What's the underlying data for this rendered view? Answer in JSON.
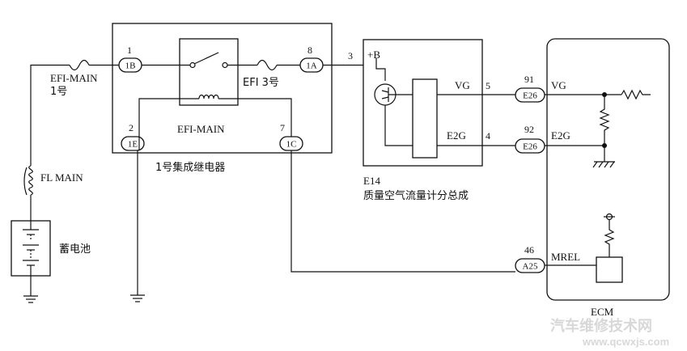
{
  "relay_block": {
    "caption": "1号集成继电器",
    "pin_1": "1",
    "conn_1B": "1B",
    "pin_8": "8",
    "conn_1A": "1A",
    "pin_2": "2",
    "conn_1E": "1E",
    "pin_7": "7",
    "conn_1C": "1C",
    "coil_label": "EFI-MAIN",
    "fuse_label": "EFI 3号"
  },
  "fuses": {
    "efi_main_line1": "EFI-MAIN",
    "efi_main_line2": "1号",
    "fl_main": "FL MAIN"
  },
  "battery": {
    "label": "蓄电池"
  },
  "maf": {
    "id": "E14",
    "name": "质量空气流量计分总成",
    "pin_3": "3",
    "plus_b": "+B",
    "vg": "VG",
    "pin_5": "5",
    "e2g": "E2G",
    "pin_4": "4"
  },
  "ecm": {
    "label": "ECM",
    "pin_91": "91",
    "conn_e26_a": "E26",
    "vg": "VG",
    "pin_92": "92",
    "conn_e26_b": "E26",
    "e2g": "E2G",
    "pin_46": "46",
    "conn_a25": "A25",
    "mrel": "MREL"
  },
  "watermark": {
    "line1": "汽车维修技术网",
    "line2": "www.qcwxjs.com"
  }
}
